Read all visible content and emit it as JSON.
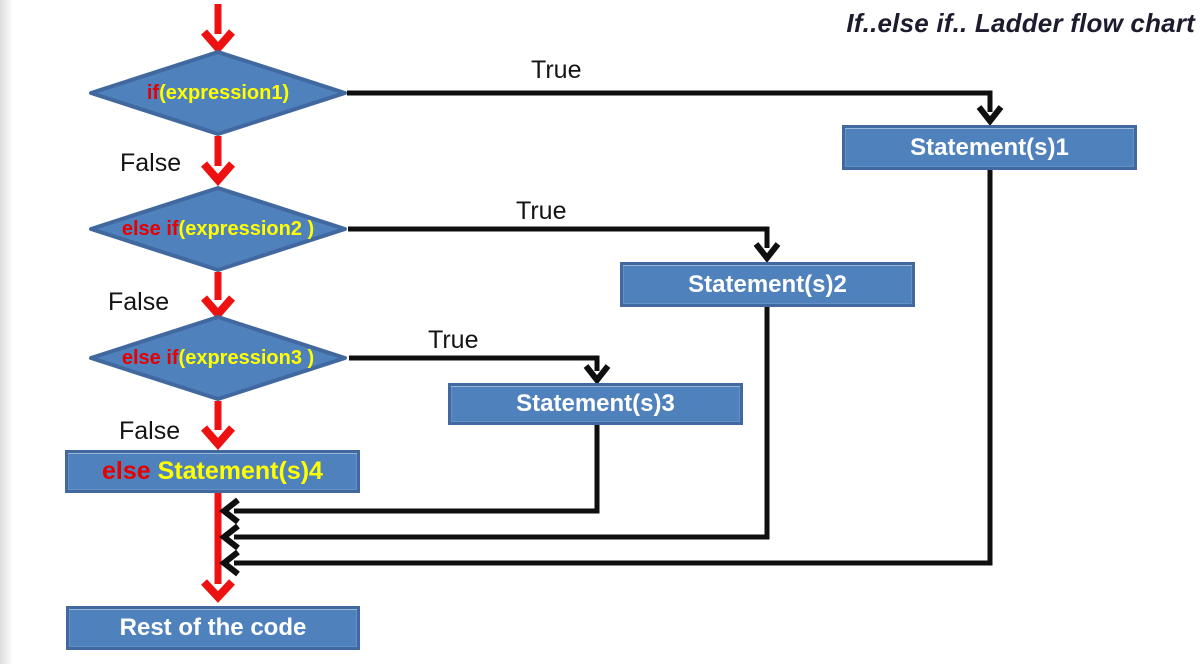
{
  "title": "If..else if.. Ladder flow chart",
  "colors": {
    "box_fill": "#4f81bd",
    "box_border": "#41699f",
    "arrow_red": "#ed1111",
    "line_black": "#0f0f0f",
    "keyword_red": "#e60000",
    "expression_yellow": "#ffff00",
    "box_text_white": "#ffffff"
  },
  "diamonds": [
    {
      "keyword": "if",
      "expression": "(expression1)"
    },
    {
      "keyword": "else if",
      "expression": "(expression2 )"
    },
    {
      "keyword": "else if",
      "expression": "(expression3 )"
    }
  ],
  "boxes": {
    "statement1": "Statement(s)1",
    "statement2": "Statement(s)2",
    "statement3": "Statement(s)3",
    "else_keyword": "else ",
    "statement4": "Statement(s)4",
    "rest": "Rest of the code"
  },
  "labels": {
    "true1": "True",
    "true2": "True",
    "true3": "True",
    "false1": "False",
    "false2": "False",
    "false3": "False"
  }
}
